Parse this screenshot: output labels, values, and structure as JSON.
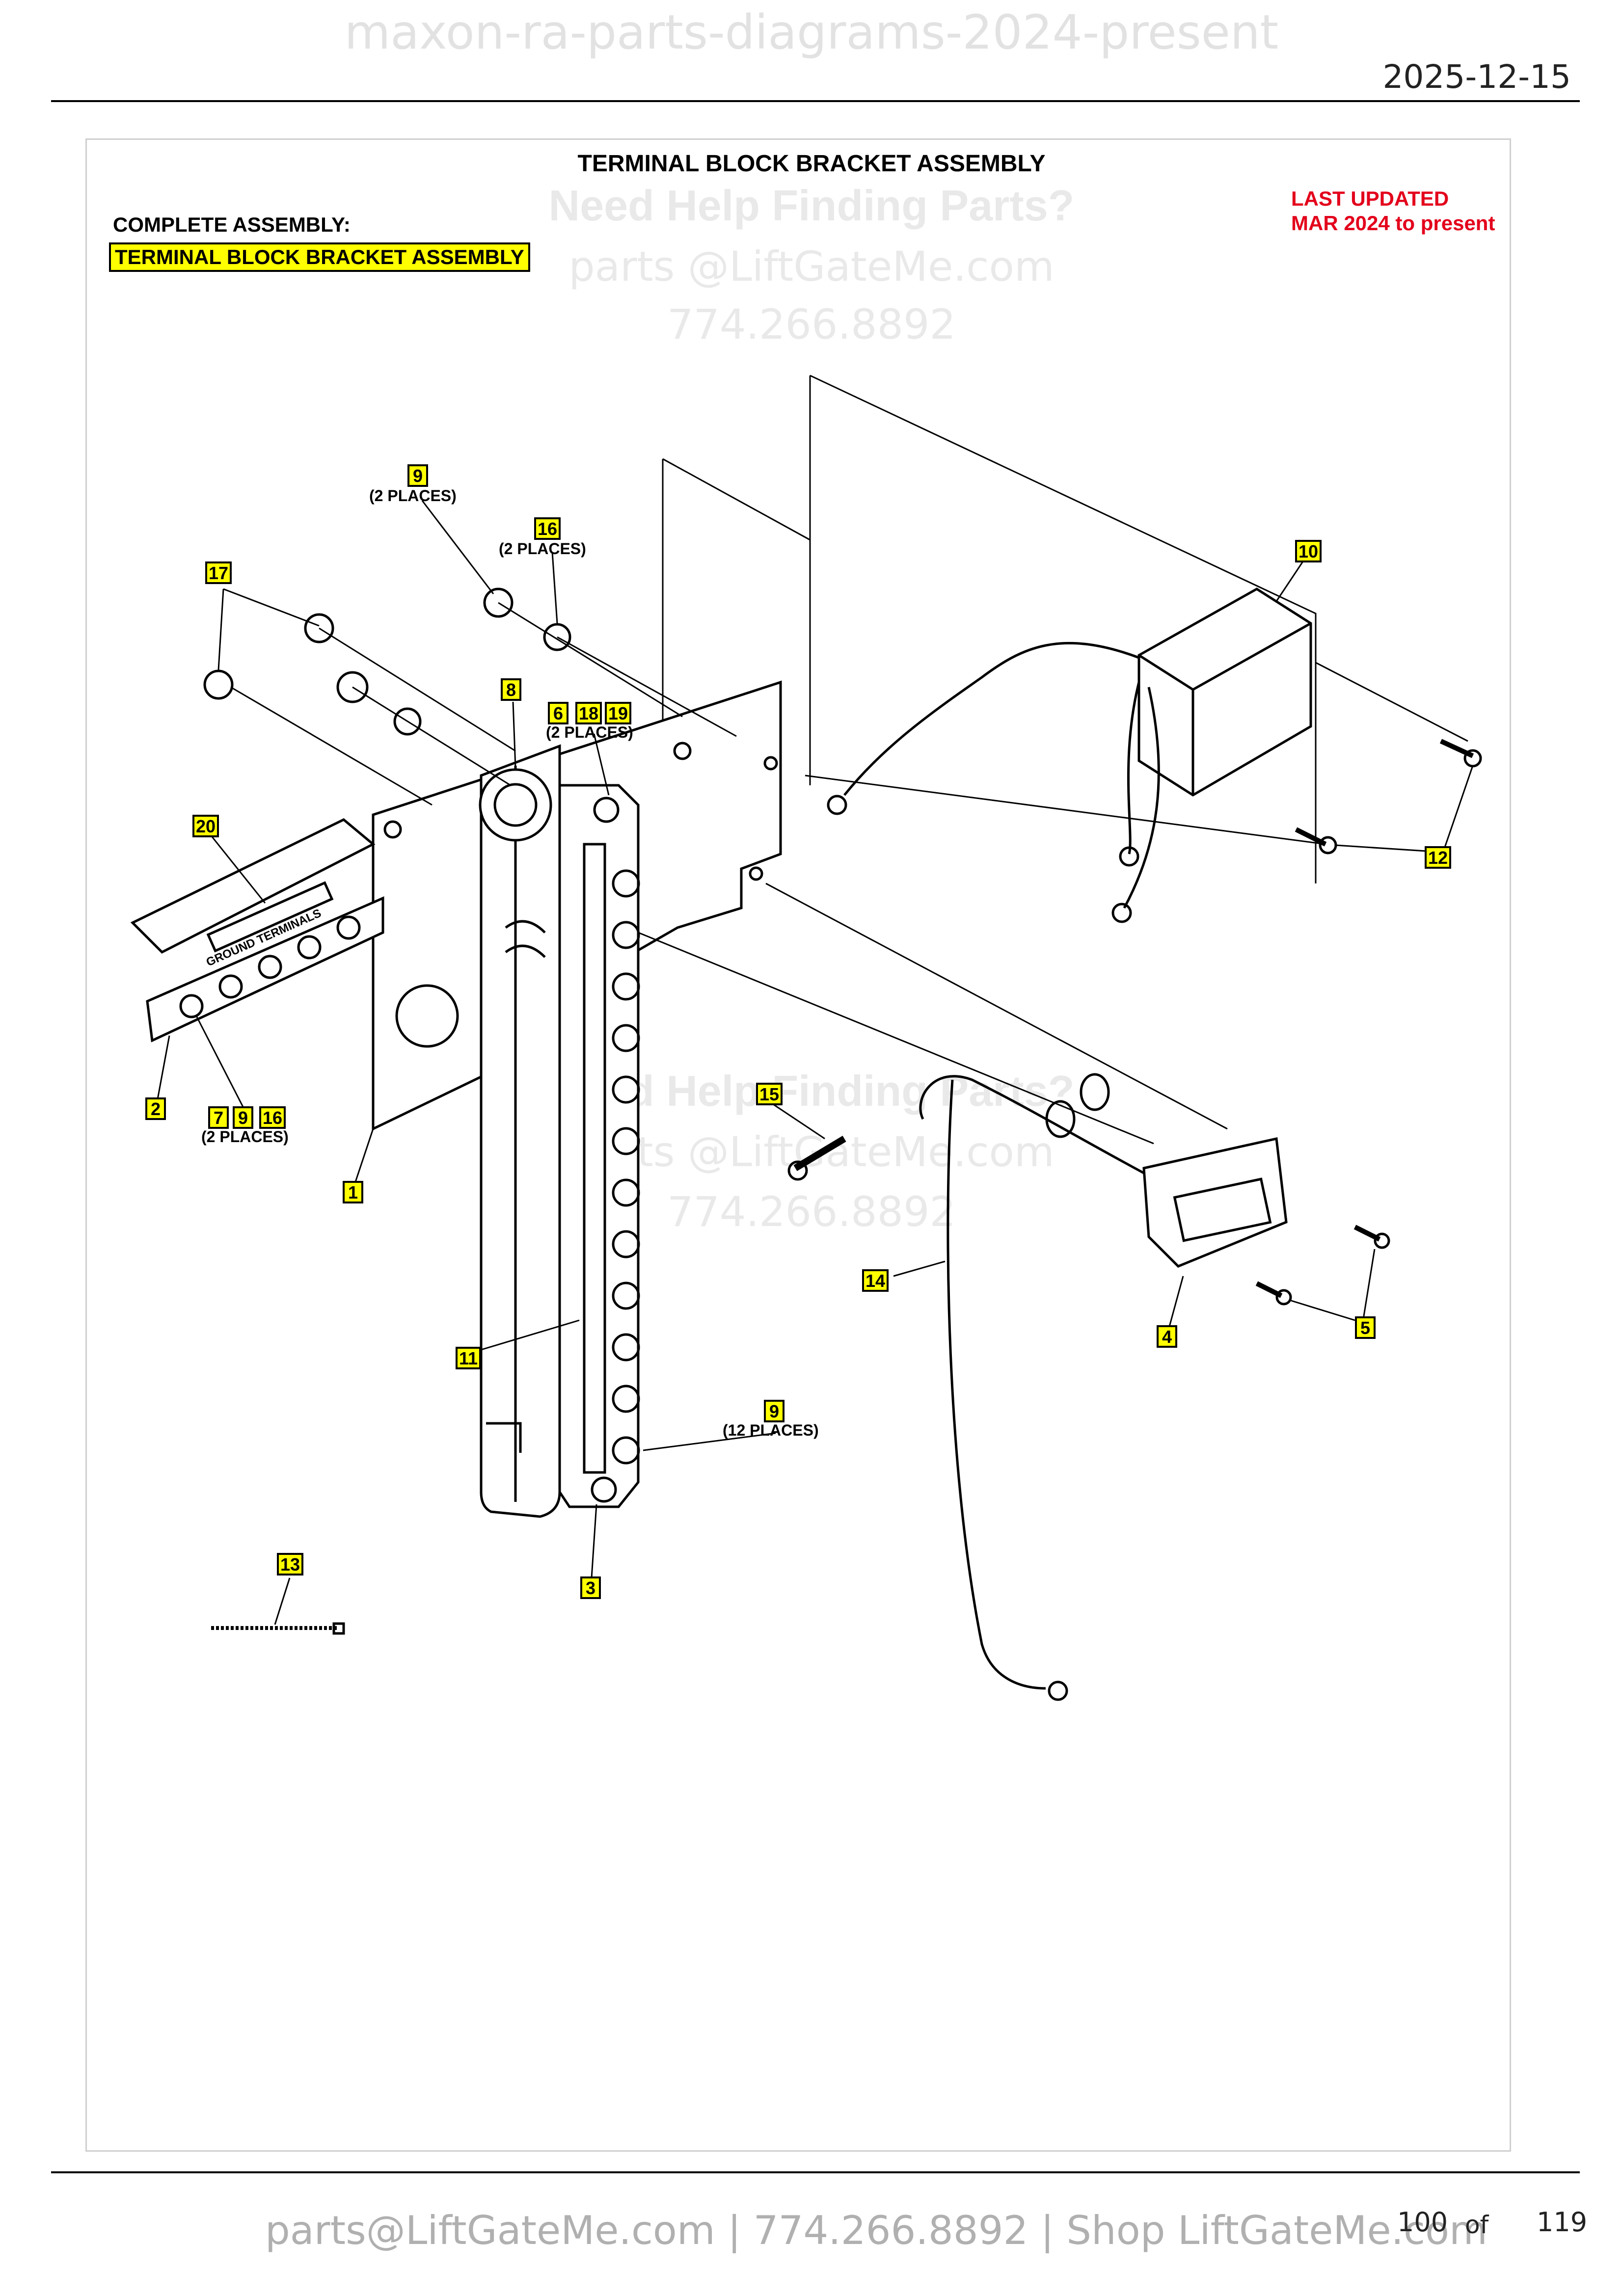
{
  "header": {
    "watermark": "maxon-ra-parts-diagrams-2024-present",
    "date": "2025-12-15"
  },
  "diagram": {
    "title": "TERMINAL BLOCK BRACKET ASSEMBLY",
    "complete_assembly_label": "COMPLETE ASSEMBLY:",
    "complete_assembly_value": "TERMINAL BLOCK BRACKET ASSEMBLY",
    "last_updated_line1": "LAST UPDATED",
    "last_updated_line2": "MAR 2024 to present",
    "watermark": {
      "help": "Need Help Finding Parts?",
      "email": "parts @LiftGateMe.com",
      "phone": "774.266.8892"
    },
    "block_labels": [
      "GROUND TERMINALS"
    ],
    "callouts": [
      {
        "id": "c1",
        "label": "1"
      },
      {
        "id": "c2",
        "label": "2"
      },
      {
        "id": "c3",
        "label": "3"
      },
      {
        "id": "c4",
        "label": "4"
      },
      {
        "id": "c5",
        "label": "5"
      },
      {
        "id": "c6",
        "label": "6"
      },
      {
        "id": "c7",
        "label": "7"
      },
      {
        "id": "c8",
        "label": "8"
      },
      {
        "id": "c9a",
        "label": "9"
      },
      {
        "id": "c9b",
        "label": "9"
      },
      {
        "id": "c9c",
        "label": "9"
      },
      {
        "id": "c10",
        "label": "10"
      },
      {
        "id": "c11",
        "label": "11"
      },
      {
        "id": "c12",
        "label": "12"
      },
      {
        "id": "c13",
        "label": "13"
      },
      {
        "id": "c14",
        "label": "14"
      },
      {
        "id": "c15",
        "label": "15"
      },
      {
        "id": "c16a",
        "label": "16"
      },
      {
        "id": "c16b",
        "label": "16"
      },
      {
        "id": "c17",
        "label": "17"
      },
      {
        "id": "c18",
        "label": "18"
      },
      {
        "id": "c19",
        "label": "19"
      },
      {
        "id": "c20",
        "label": "20"
      }
    ],
    "notes": {
      "n9_top": "(2 PLACES)",
      "n16_top": "(2 PLACES)",
      "n6": "(2 PLACES)",
      "n7": "(2 PLACES)",
      "n9_bottom": "(12 PLACES)"
    }
  },
  "footer": {
    "contact": "parts@LiftGateMe.com | 774.266.8892 | Shop LiftGateMe.com",
    "page_current": "100",
    "page_of": "of",
    "page_total": "119"
  }
}
